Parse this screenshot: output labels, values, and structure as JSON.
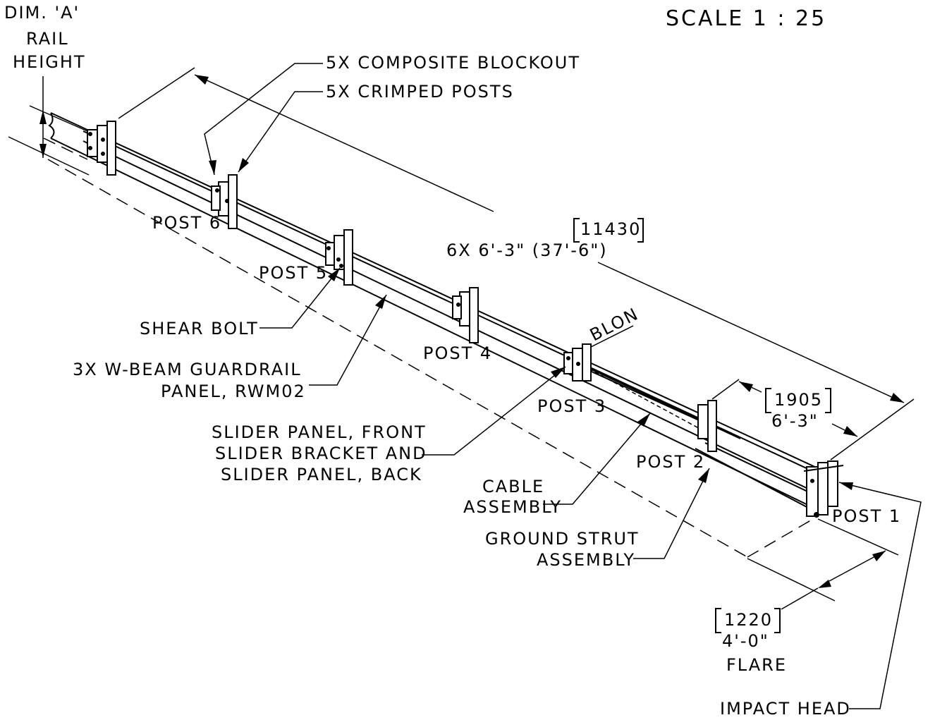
{
  "scale": "SCALE 1 : 25",
  "dim_a": [
    "DIM. 'A'",
    "RAIL",
    "HEIGHT"
  ],
  "callouts": {
    "blockout": "5X COMPOSITE BLOCKOUT",
    "crimped_posts": "5X CRIMPED POSTS",
    "shear_bolt": "SHEAR BOLT",
    "guardrail_panel": [
      "3X W-BEAM GUARDRAIL",
      "PANEL, RWM02"
    ],
    "slider": [
      "SLIDER PANEL, FRONT",
      "SLIDER BRACKET AND",
      "SLIDER PANEL, BACK"
    ],
    "cable": [
      "CABLE",
      "ASSEMBLY"
    ],
    "ground_strut": [
      "GROUND STRUT",
      "ASSEMBLY"
    ],
    "impact_head": "IMPACT HEAD",
    "blon": "BLON"
  },
  "posts": [
    "POST 6",
    "POST 5",
    "POST 4",
    "POST 3",
    "POST 2",
    "POST 1"
  ],
  "dimensions": {
    "overall_metric": "11430",
    "overall_imperial": "6X 6'-3\" (37'-6\")",
    "spacing_metric": "1905",
    "spacing_imperial": "6'-3\"",
    "flare_metric": "1220",
    "flare_imperial": "4'-0\"",
    "flare_label": "FLARE"
  }
}
